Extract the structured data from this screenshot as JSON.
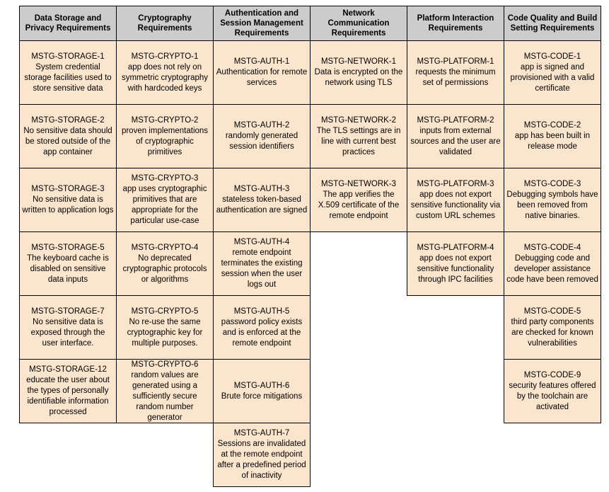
{
  "colors": {
    "header_bg": "#cccccc",
    "cell_bg": "#fce5cd",
    "border": "#000000",
    "page_bg": "#ffffff"
  },
  "columns": [
    {
      "key": "data-storage-privacy",
      "header": "Data Storage and Privacy Requirements",
      "cells": [
        {
          "id": "MSTG-STORAGE-1",
          "description": "System credential storage facilities used to store sensitive data"
        },
        {
          "id": "MSTG-STORAGE-2",
          "description": "No sensitive data should be stored outside of the app container"
        },
        {
          "id": "MSTG-STORAGE-3",
          "description": "No sensitive data is written to application logs"
        },
        {
          "id": "MSTG-STORAGE-5",
          "description": "The keyboard cache is disabled on sensitive data inputs"
        },
        {
          "id": "MSTG-STORAGE-7",
          "description": "No sensitive data is exposed through the user interface."
        },
        {
          "id": "MSTG-STORAGE-12",
          "description": "educate the user about the types of personally identifiable information processed"
        }
      ]
    },
    {
      "key": "cryptography",
      "header": "Cryptography Requirements",
      "cells": [
        {
          "id": "MSTG-CRYPTO-1",
          "description": "app does not rely on symmetric cryptography with hardcoded keys"
        },
        {
          "id": "MSTG-CRYPTO-2",
          "description": "proven implementations of cryptographic primitives"
        },
        {
          "id": "MSTG-CRYPTO-3",
          "description": "app uses cryptographic primitives that are appropriate for the particular use-case"
        },
        {
          "id": "MSTG-CRYPTO-4",
          "description": "No deprecated cryptographic protocols or algorithms"
        },
        {
          "id": "MSTG-CRYPTO-5",
          "description": "No re-use the same cryptographic key for multiple purposes."
        },
        {
          "id": "MSTG-CRYPTO-6",
          "description": "random values are generated using a sufficiently secure random number generator"
        }
      ]
    },
    {
      "key": "authentication-session-management",
      "header": "Authentication and Session Management Requirements",
      "cells": [
        {
          "id": "MSTG-AUTH-1",
          "description": "Authentication for remote services"
        },
        {
          "id": "MSTG-AUTH-2",
          "description": "randomly generated session identifiers"
        },
        {
          "id": "MSTG-AUTH-3",
          "description": "stateless token-based authentication are signed"
        },
        {
          "id": "MSTG-AUTH-4",
          "description": "remote endpoint terminates the existing session when the user logs out"
        },
        {
          "id": "MSTG-AUTH-5",
          "description": "password policy exists and is enforced at the remote endpoint"
        },
        {
          "id": "MSTG-AUTH-6",
          "description": "Brute force mitigations"
        },
        {
          "id": "MSTG-AUTH-7",
          "description": "Sessions are invalidated at the remote endpoint after a predefined period of inactivity"
        }
      ]
    },
    {
      "key": "network-communication",
      "header": "Network Communication Requirements",
      "cells": [
        {
          "id": "MSTG-NETWORK-1",
          "description": "Data is encrypted on the network using TLS"
        },
        {
          "id": "MSTG-NETWORK-2",
          "description": "The TLS settings are in line with current best practices"
        },
        {
          "id": "MSTG-NETWORK-3",
          "description": "The app verifies the X.509 certificate of the remote endpoint"
        }
      ]
    },
    {
      "key": "platform-interaction",
      "header": "Platform Interaction Requirements",
      "cells": [
        {
          "id": "MSTG-PLATFORM-1",
          "description": "requests the minimum set of permissions"
        },
        {
          "id": "MSTG-PLATFORM-2",
          "description": "inputs from external sources and the user are validated"
        },
        {
          "id": "MSTG-PLATFORM-3",
          "description": "app does not export sensitive functionality via custom URL schemes"
        },
        {
          "id": "MSTG-PLATFORM-4",
          "description": "app does not export sensitive functionality through IPC facilities"
        }
      ]
    },
    {
      "key": "code-quality-build-settings",
      "header": "Code Quality and Build Setting Requirements",
      "cells": [
        {
          "id": "MSTG-CODE-1",
          "description": "app is signed and provisioned with a valid certificate"
        },
        {
          "id": "MSTG-CODE-2",
          "description": "app has been built in release mode"
        },
        {
          "id": "MSTG-CODE-3",
          "description": "Debugging symbols have been removed from native binaries."
        },
        {
          "id": "MSTG-CODE-4",
          "description": "Debugging code and developer assistance code have been removed"
        },
        {
          "id": "MSTG-CODE-5",
          "description": "third party components are checked for known vulnerabilities"
        },
        {
          "id": "MSTG-CODE-9",
          "description": "security features offered by the toolchain are activated"
        }
      ]
    }
  ]
}
